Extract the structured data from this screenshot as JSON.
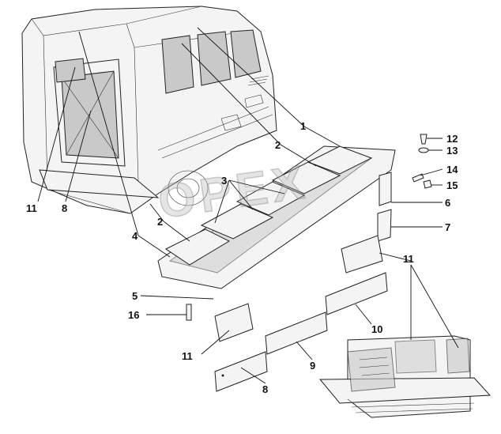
{
  "watermark": {
    "text": "OPEX"
  },
  "callouts": [
    {
      "id": "1",
      "text": "1"
    },
    {
      "id": "2a",
      "text": "2"
    },
    {
      "id": "2b",
      "text": "2"
    },
    {
      "id": "3",
      "text": "3"
    },
    {
      "id": "4",
      "text": "4"
    },
    {
      "id": "5",
      "text": "5"
    },
    {
      "id": "6",
      "text": "6"
    },
    {
      "id": "7",
      "text": "7"
    },
    {
      "id": "8a",
      "text": "8"
    },
    {
      "id": "8b",
      "text": "8"
    },
    {
      "id": "9",
      "text": "9"
    },
    {
      "id": "10",
      "text": "10"
    },
    {
      "id": "11a",
      "text": "11"
    },
    {
      "id": "11b",
      "text": "11"
    },
    {
      "id": "11c",
      "text": "11"
    },
    {
      "id": "12",
      "text": "12"
    },
    {
      "id": "13",
      "text": "13"
    },
    {
      "id": "14",
      "text": "14"
    },
    {
      "id": "15",
      "text": "15"
    },
    {
      "id": "16",
      "text": "16"
    }
  ]
}
